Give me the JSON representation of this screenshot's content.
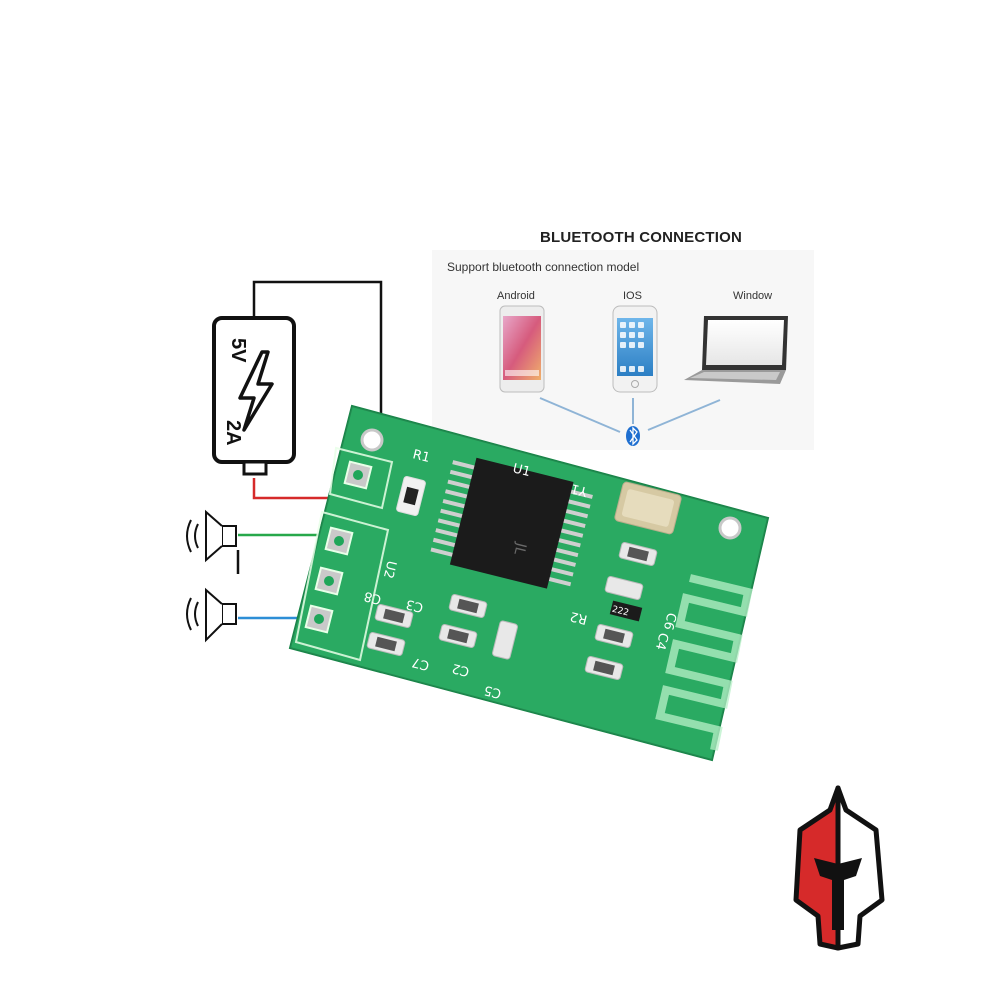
{
  "bluetooth_panel": {
    "title": "BLUETOOTH CONNECTION",
    "subtitle": "Support bluetooth connection model",
    "devices": [
      {
        "label": "Android",
        "icon": "android-phone-icon"
      },
      {
        "label": "IOS",
        "icon": "iphone-icon"
      },
      {
        "label": "Window",
        "icon": "laptop-icon"
      }
    ],
    "center_icon": "bluetooth-icon",
    "link_color": "#8fb4d6"
  },
  "power": {
    "voltage": "5V",
    "current": "2A",
    "icon": "lightning-bolt-icon"
  },
  "speakers": [
    {
      "icon": "speaker-icon",
      "wire_color": "#27a84a"
    },
    {
      "icon": "speaker-icon",
      "wire_color": "#2d8ed6"
    }
  ],
  "wires": {
    "power_positive": "#d62a2a",
    "ground": "#111111"
  },
  "board": {
    "color": "#1fa65a",
    "chip_marking": "JL",
    "labels": {
      "r1": "R1",
      "u1": "U1",
      "y1": "Y1",
      "u2": "U2",
      "c8": "C8",
      "c3": "C3",
      "c7": "C7",
      "c2": "C2",
      "c5": "C5",
      "c6": "C6",
      "c4": "C4",
      "r2": "R2",
      "resistor_code": "222"
    }
  },
  "logo": {
    "icon": "spartan-helmet-logo-icon",
    "colors": [
      "#d62a2a",
      "#111111",
      "#ffffff"
    ]
  }
}
